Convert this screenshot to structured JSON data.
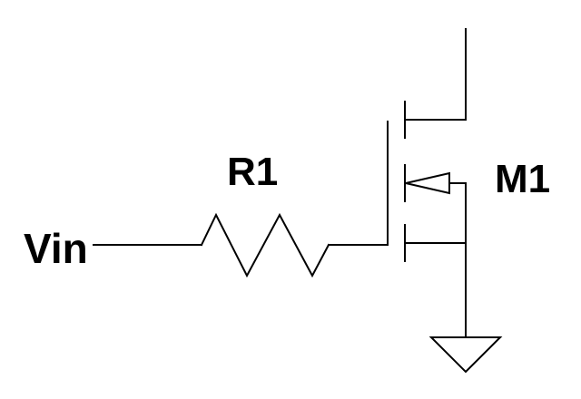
{
  "schematic": {
    "input_label": "Vin",
    "resistor": {
      "label": "R1"
    },
    "transistor": {
      "label": "M1"
    }
  },
  "colors": {
    "background": "#ffffff",
    "line": "#000000",
    "text": "#000000"
  }
}
